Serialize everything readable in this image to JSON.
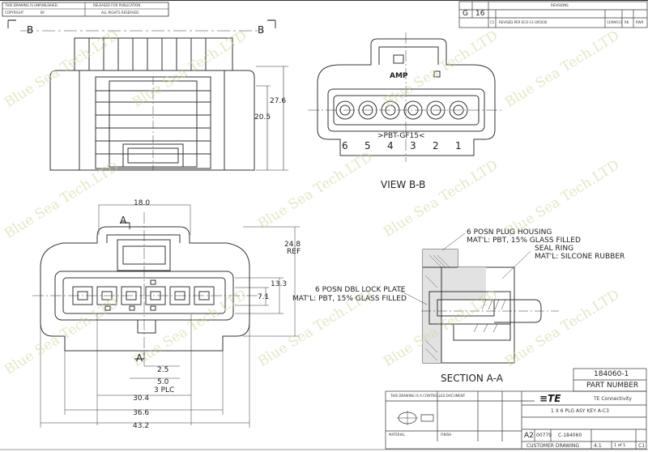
{
  "header": {
    "confidential_note": "THIS DRAWING IS UNPUBLISHED.",
    "copyright": "COPYRIGHT",
    "by": "BY",
    "released_for_publication": "RELEASED FOR PUBLICATION",
    "all_rights_reserved": "ALL RIGHTS RESERVED."
  },
  "revision_block": {
    "loc": "G",
    "dist": "16",
    "title": "REVISIONS",
    "row": {
      "p": "C1",
      "desc": "REVISED PER ECO-11-005030",
      "date": "11MAR11",
      "dwn": "RK",
      "apvd": "RWR"
    }
  },
  "view_labels": {
    "b_left": "B",
    "b_right": "B",
    "view_bb": "VIEW B-B",
    "section_aa": "SECTION A-A",
    "a_left": "A",
    "a_bottom": "A"
  },
  "dimensions": {
    "h_27_6": "27.6",
    "h_20_5": "20.5",
    "w_18_0": "18.0",
    "h_24_8": "24.8",
    "ref": "REF",
    "h_13_3": "13.3",
    "h_7_1": "7.1",
    "d_2_5": "2.5",
    "d_5_0": "5.0",
    "plc": "3 PLC",
    "w_30_4": "30.4",
    "w_36_6": "36.6",
    "w_43_2": "43.2"
  },
  "face_markings": {
    "brand": "AMP",
    "material": ">PBT-GF15<",
    "cavity_numbers": [
      "6",
      "5",
      "4",
      "3",
      "2",
      "1"
    ]
  },
  "callouts": {
    "housing_line1": "6 POSN PLUG HOUSING",
    "housing_line2": "MAT'L: PBT, 15% GLASS FILLED",
    "seal_line1": "SEAL RING",
    "seal_line2": "MAT'L: SILCONE RUBBER",
    "lock_line1": "6 POSN DBL LOCK PLATE",
    "lock_line2": "MAT'L: PBT, 15% GLASS FILLED"
  },
  "title_block": {
    "part_number": "184060-1",
    "part_number_label": "PART NUMBER",
    "controlled_doc": "THIS DRAWING IS A CONTROLLED DOCUMENT",
    "company": "TE Connectivity",
    "description": "1 X 6 PLG ASY KEY A-C3",
    "size": "A2",
    "cage": "00779",
    "drawing_no": "C-184060",
    "customer_drawing": "CUSTOMER DRAWING",
    "scale": "4:1",
    "sheet": "1 of 1",
    "revision": "C1",
    "material": "MATERIAL",
    "finish": "FINISH"
  },
  "watermark": "Blue Sea Tech.LTD",
  "colors": {
    "line": "#333333",
    "watermark": "#cdd696",
    "logo": "#1a1a1a"
  }
}
